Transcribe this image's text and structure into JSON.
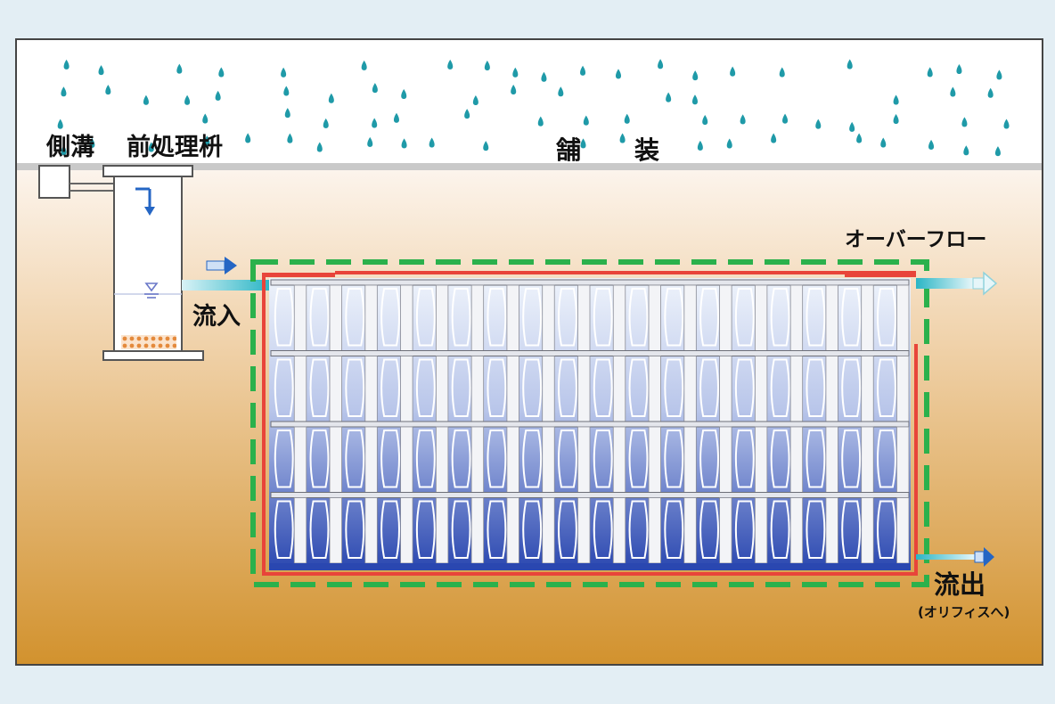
{
  "labels": {
    "side_ditch": "側溝",
    "pretreatment_basin": "前処理枡",
    "pavement_1": "舗",
    "pavement_2": "装",
    "overflow": "オーバーフロー",
    "inflow": "流入",
    "outflow": "流出",
    "outflow_note": "(オリフィスへ)"
  },
  "colors": {
    "background": "#e3eef4",
    "sky": "#ffffff",
    "ground_top": "#fcf4ec",
    "ground_bottom": "#d2922e",
    "rain": "#1f9aa8",
    "geotextile": "#2bb14c",
    "membrane": "#e8443a",
    "water_light": "#eef3fb",
    "water_deep": "#2a47b0",
    "pipe": "#2ab5c5",
    "gravel": "#e48a3c",
    "arrow": "#2566c4"
  },
  "structure": {
    "rows": 4,
    "columns": 18
  }
}
